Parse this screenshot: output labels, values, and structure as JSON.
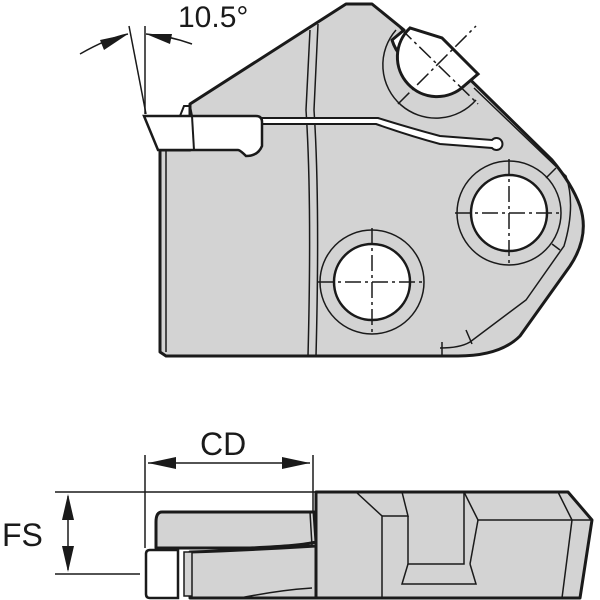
{
  "drawing": {
    "title": "Cutting tool cartridge – side and top views",
    "body_color": "#d3d3d3",
    "line_color": "#1a1a1a",
    "background": "#ffffff"
  },
  "dimensions": {
    "angle": {
      "label": "10.5°",
      "value": 10.5,
      "unit": "deg"
    },
    "cd": {
      "label": "CD"
    },
    "fs": {
      "label": "FS"
    }
  },
  "views": [
    {
      "name": "side-view",
      "features": [
        "insert",
        "clamp slot",
        "screw hole upper",
        "screw hole lower",
        "half-round notch"
      ]
    },
    {
      "name": "top-view",
      "features": [
        "insert",
        "clamp",
        "stepped body"
      ]
    }
  ]
}
